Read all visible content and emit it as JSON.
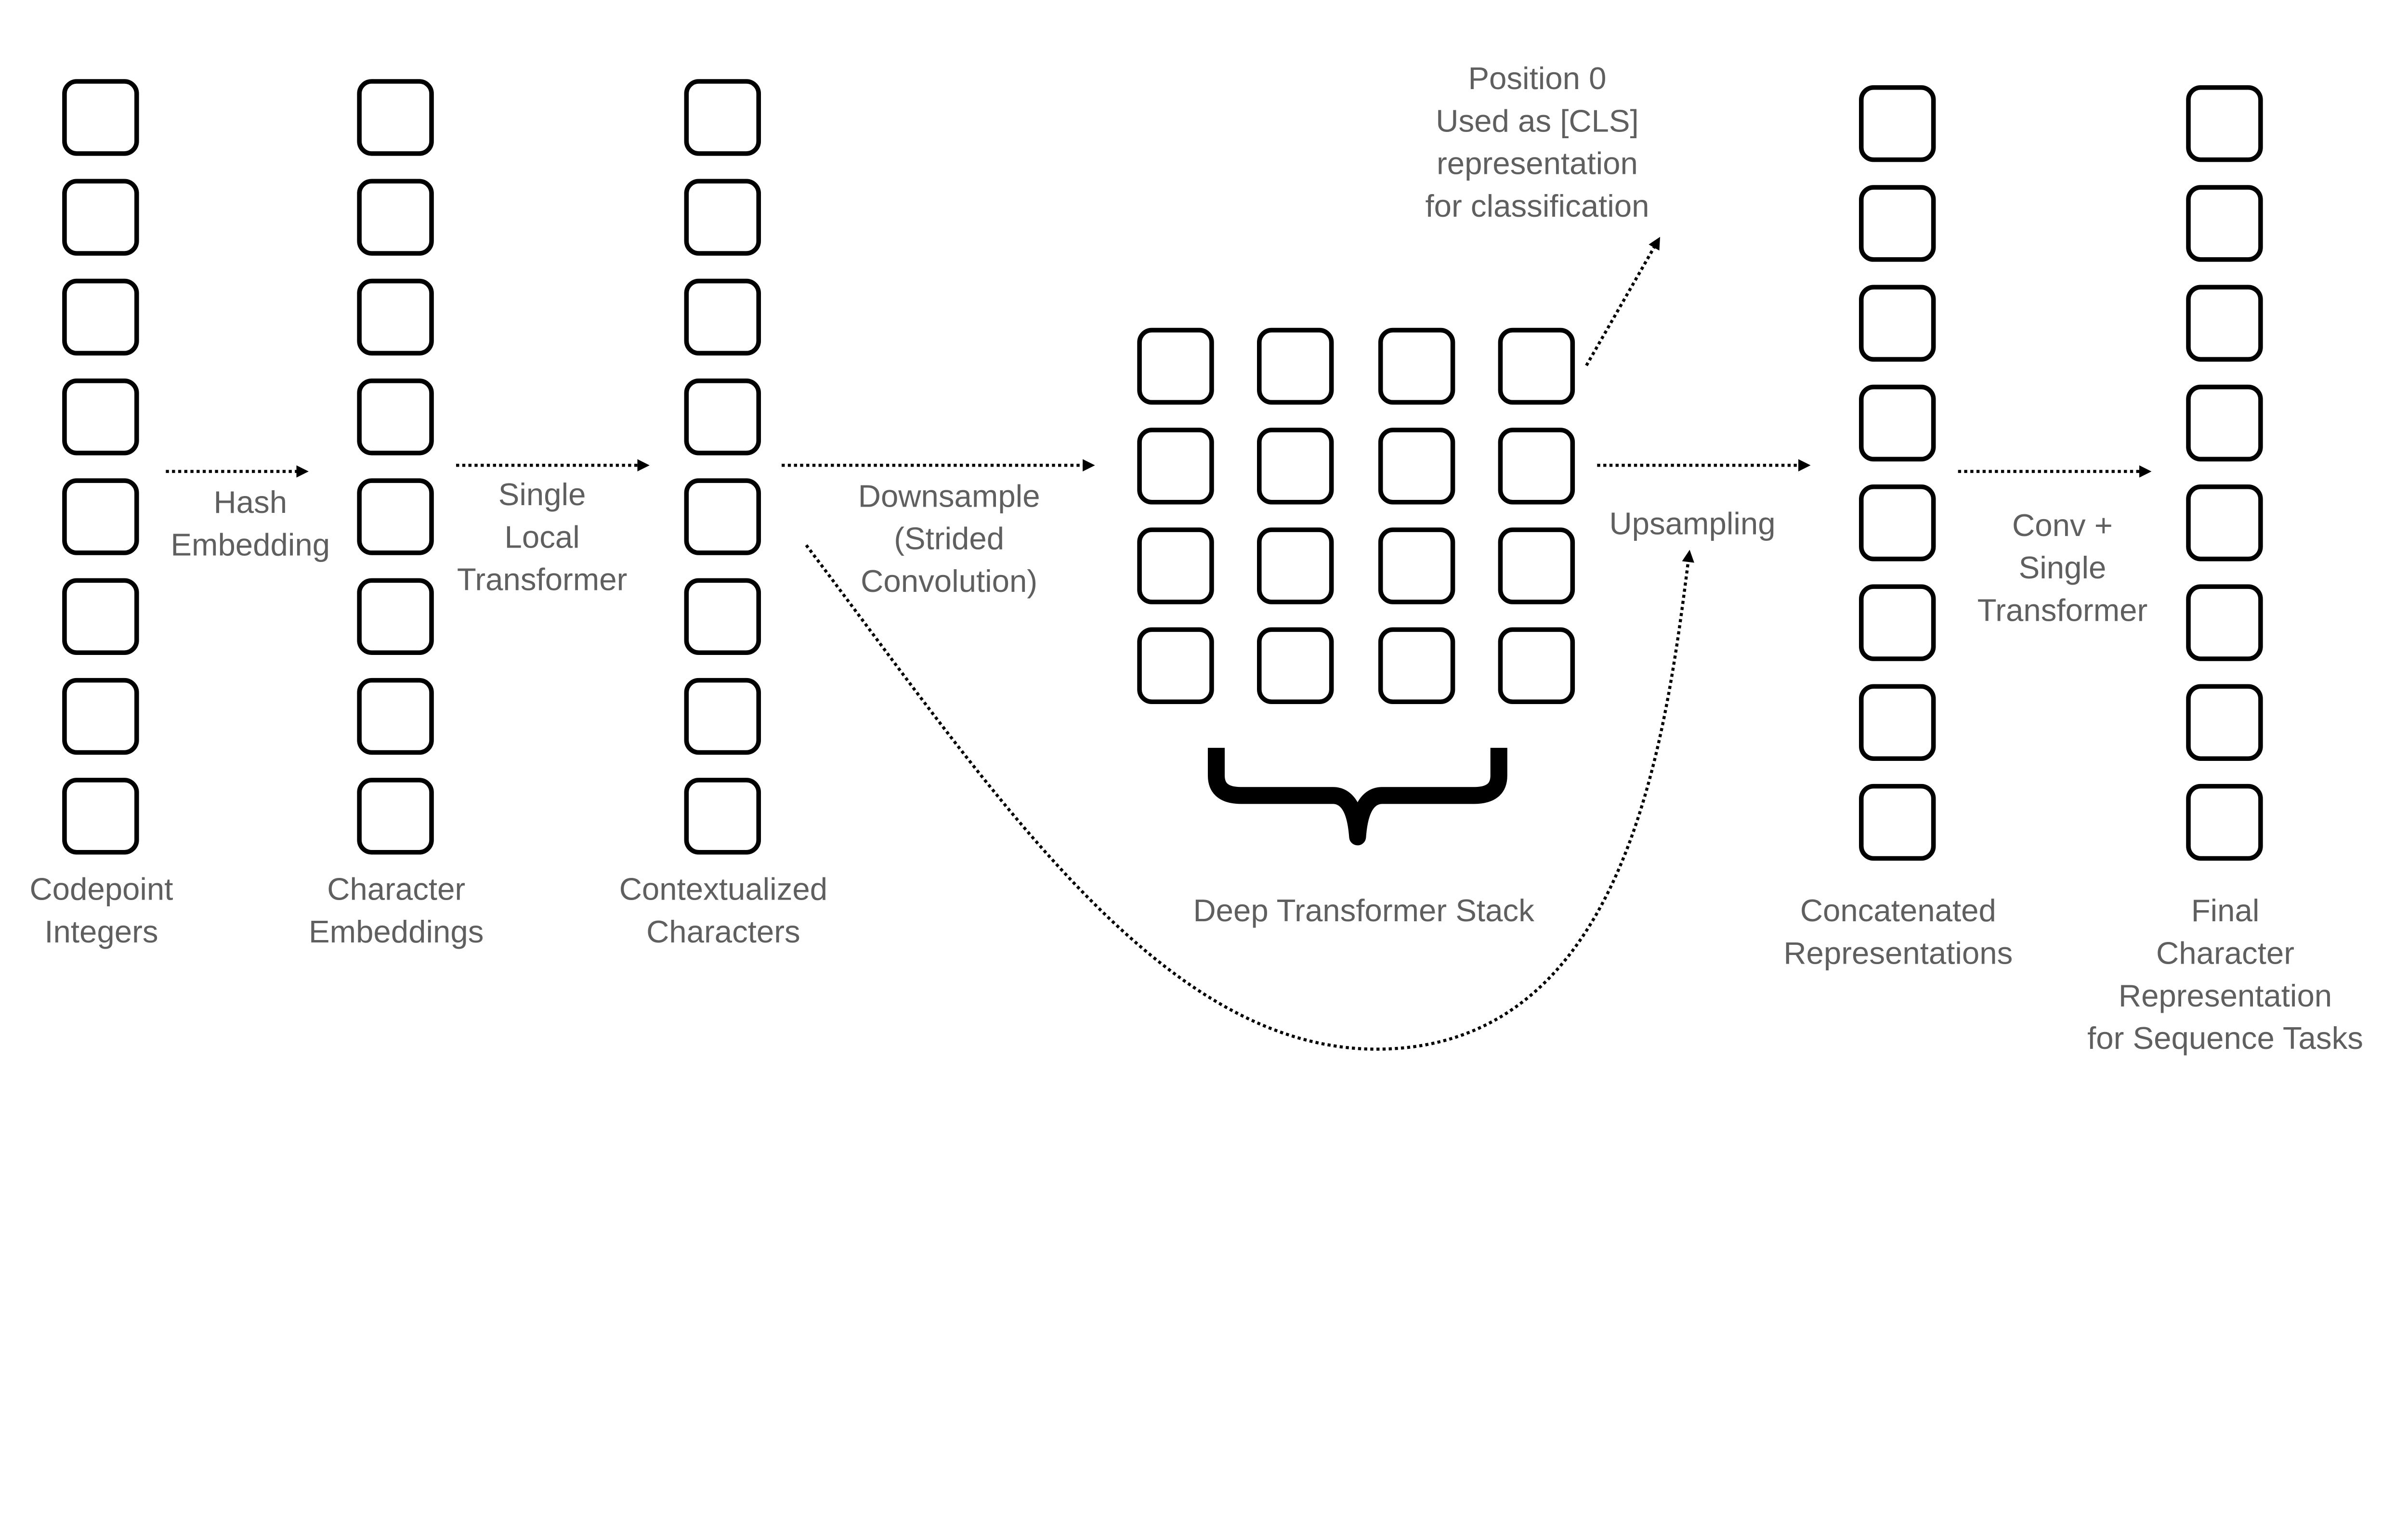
{
  "colors": {
    "text": "#5f5f5f",
    "stroke": "#000000",
    "background": "#ffffff"
  },
  "labels": {
    "codepoint_integers": [
      "Codepoint",
      "Integers"
    ],
    "hash_embedding": [
      "Hash",
      "Embedding"
    ],
    "character_embeddings": [
      "Character",
      "Embeddings"
    ],
    "single_local_transformer": [
      "Single",
      "Local",
      "Transformer"
    ],
    "contextualized_characters": [
      "Contextualized",
      "Characters"
    ],
    "downsample": [
      "Downsample",
      "(Strided",
      "Convolution)"
    ],
    "position_0": [
      "Position 0",
      "Used as [CLS]",
      "representation",
      "for classification"
    ],
    "deep_transformer_stack": [
      "Deep Transformer Stack"
    ],
    "upsampling": [
      "Upsampling"
    ],
    "concatenated_representations": [
      "Concatenated",
      "Representations"
    ],
    "conv_single_transformer": [
      "Conv +",
      "Single",
      "Transformer"
    ],
    "final_character_representation": [
      "Final",
      "Character",
      "Representation",
      "for Sequence Tasks"
    ]
  }
}
